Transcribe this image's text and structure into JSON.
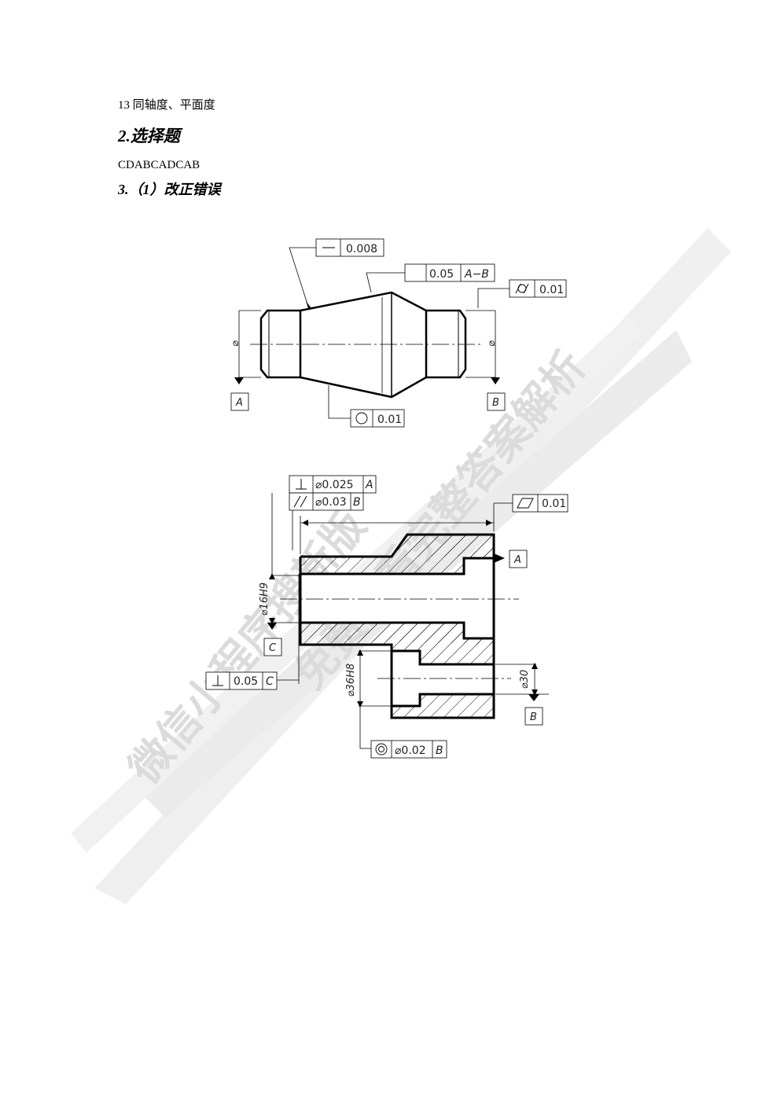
{
  "text": {
    "line13": "13  同轴度、平面度",
    "section2": "2.选择题",
    "answers": "CDABCADCAB",
    "section3": "3.（1）改正错误"
  },
  "fig1": {
    "fcf_flatness": {
      "symbol": "flatness-icon",
      "tol": "0.008"
    },
    "fcf_runout": {
      "symbol": "circular-runout-icon",
      "tol": "0.05",
      "datum": "A−B"
    },
    "fcf_cylindricity": {
      "symbol": "cylindricity-icon",
      "tol": "0.01"
    },
    "fcf_roundness": {
      "symbol": "roundness-icon",
      "tol": "0.01"
    },
    "datum_a": "A",
    "datum_b": "B",
    "dim_left": "⌀",
    "dim_right": "⌀"
  },
  "fig2": {
    "fcf_perp_a": {
      "symbol": "perpendicularity-icon",
      "tol": "⌀0.025",
      "datum": "A"
    },
    "fcf_parallel_b": {
      "symbol": "parallelism-icon",
      "tol": "⌀0.03",
      "datum": "B"
    },
    "fcf_flat": {
      "symbol": "flatness-icon",
      "tol": "0.01"
    },
    "fcf_perp_c": {
      "symbol": "perpendicularity-icon",
      "tol": "0.05",
      "datum": "C"
    },
    "fcf_coaxial": {
      "symbol": "concentricity-icon",
      "tol": "⌀0.02",
      "datum": "B"
    },
    "datum_a": "A",
    "datum_b": "B",
    "datum_c": "C",
    "dim_16": "⌀16H9",
    "dim_36": "⌀36H8",
    "dim_30": "⌀30"
  },
  "watermark": {
    "line1": "微信小程序搜新版",
    "line2": "免费查看完整答案解析"
  }
}
